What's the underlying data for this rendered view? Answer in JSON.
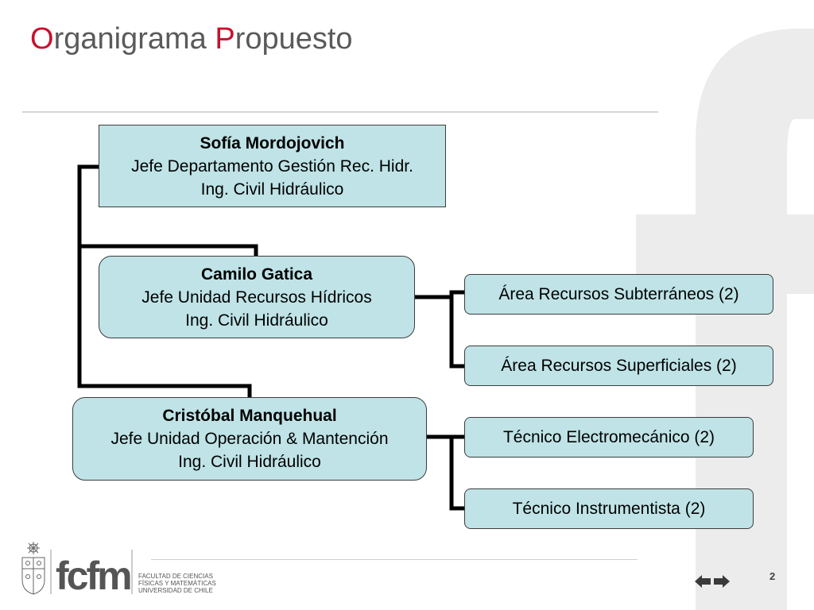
{
  "slide": {
    "title_initial_1": "O",
    "title_rest_1": "rganigrama ",
    "title_initial_2": "P",
    "title_rest_2": "ropuesto",
    "page_number": "2"
  },
  "nodes": {
    "head": {
      "name": "Sofía Mordojovich",
      "role": "Jefe Departamento Gestión Rec. Hidr.",
      "degree": "Ing. Civil Hidráulico"
    },
    "unit_hydro": {
      "name": "Camilo Gatica",
      "role": "Jefe Unidad Recursos Hídricos",
      "degree": "Ing. Civil Hidráulico"
    },
    "unit_ops": {
      "name": "Cristóbal Manquehual",
      "role": "Jefe Unidad Operación & Mantención",
      "degree": "Ing. Civil Hidráulico"
    },
    "area_groundwater": "Área Recursos Subterráneos (2)",
    "area_surface": "Área Recursos Superficiales (2)",
    "tech_electromech": "Técnico Electromecánico (2)",
    "tech_instrument": "Técnico Instrumentista (2)"
  },
  "footer": {
    "brand": "fcfm",
    "faculty_line_1": "FACULTAD DE CIENCIAS",
    "faculty_line_2": "FÍSICAS Y MATEMÁTICAS",
    "faculty_line_3": "UNIVERSIDAD DE CHILE"
  },
  "icons": {
    "background": "fcfm-f-watermark-icon",
    "crest": "university-crest-icon",
    "prev": "arrow-left-icon",
    "next": "arrow-right-icon"
  },
  "colors": {
    "title_accent": "#c8102e",
    "title_text": "#5a5a5a",
    "box_fill": "#bfe3e6",
    "connector": "#000000"
  }
}
